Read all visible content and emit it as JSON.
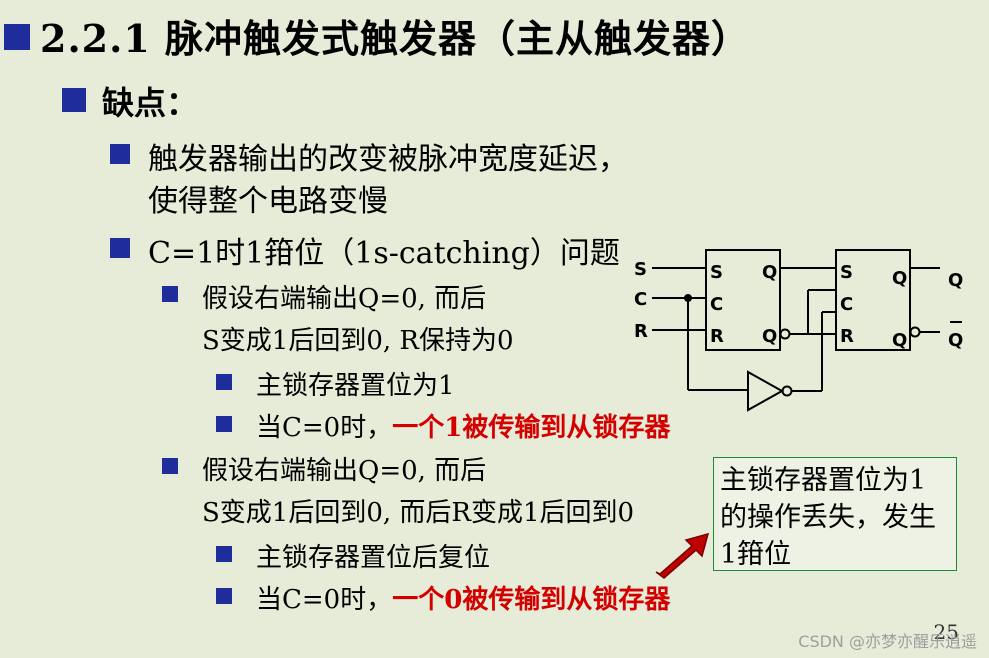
{
  "title": "2.2.1 脉冲触发式触发器（主从触发器）",
  "heading": "缺点：",
  "point1_line1": "触发器输出的改变被脉冲宽度延迟，",
  "point1_line2": "使得整个电路变慢",
  "point2": "C=1时1箝位（1s-catching）问题",
  "case1_line1": "假设右端输出Q=0, 而后",
  "case1_line2": "S变成1后回到0, R保持为0",
  "case1_sub1": "主锁存器置位为1",
  "case1_sub2_prefix": "当C=0时，",
  "case1_sub2_red": "一个1被传输到从锁存器",
  "case2_line1": "假设右端输出Q=0, 而后",
  "case2_line2": "S变成1后回到0, 而后R变成1后回到0",
  "case2_sub1": "主锁存器置位后复位",
  "case2_sub2_prefix": "当C=0时，",
  "case2_sub2_red": "一个0被传输到从锁存器",
  "note": "主锁存器置位为1的操作丢失，发生1箝位",
  "circuit": {
    "in_s": "S",
    "in_c": "C",
    "in_r": "R",
    "m_s": "S",
    "m_c": "C",
    "m_r": "R",
    "m_q": "Q",
    "m_qb": "Q",
    "s_s": "S",
    "s_c": "C",
    "s_r": "R",
    "s_q": "Q",
    "s_qb": "Q",
    "out_q": "Q",
    "out_qb": "Q"
  },
  "page_number": "25",
  "watermark": "CSDN @亦梦亦醒乐逍遥",
  "colors": {
    "background": "#e6ecd8",
    "bullet": "#1f2d9c",
    "emphasis": "#d40000",
    "note_border": "#1c8a3a",
    "arrow": "#c00000"
  }
}
